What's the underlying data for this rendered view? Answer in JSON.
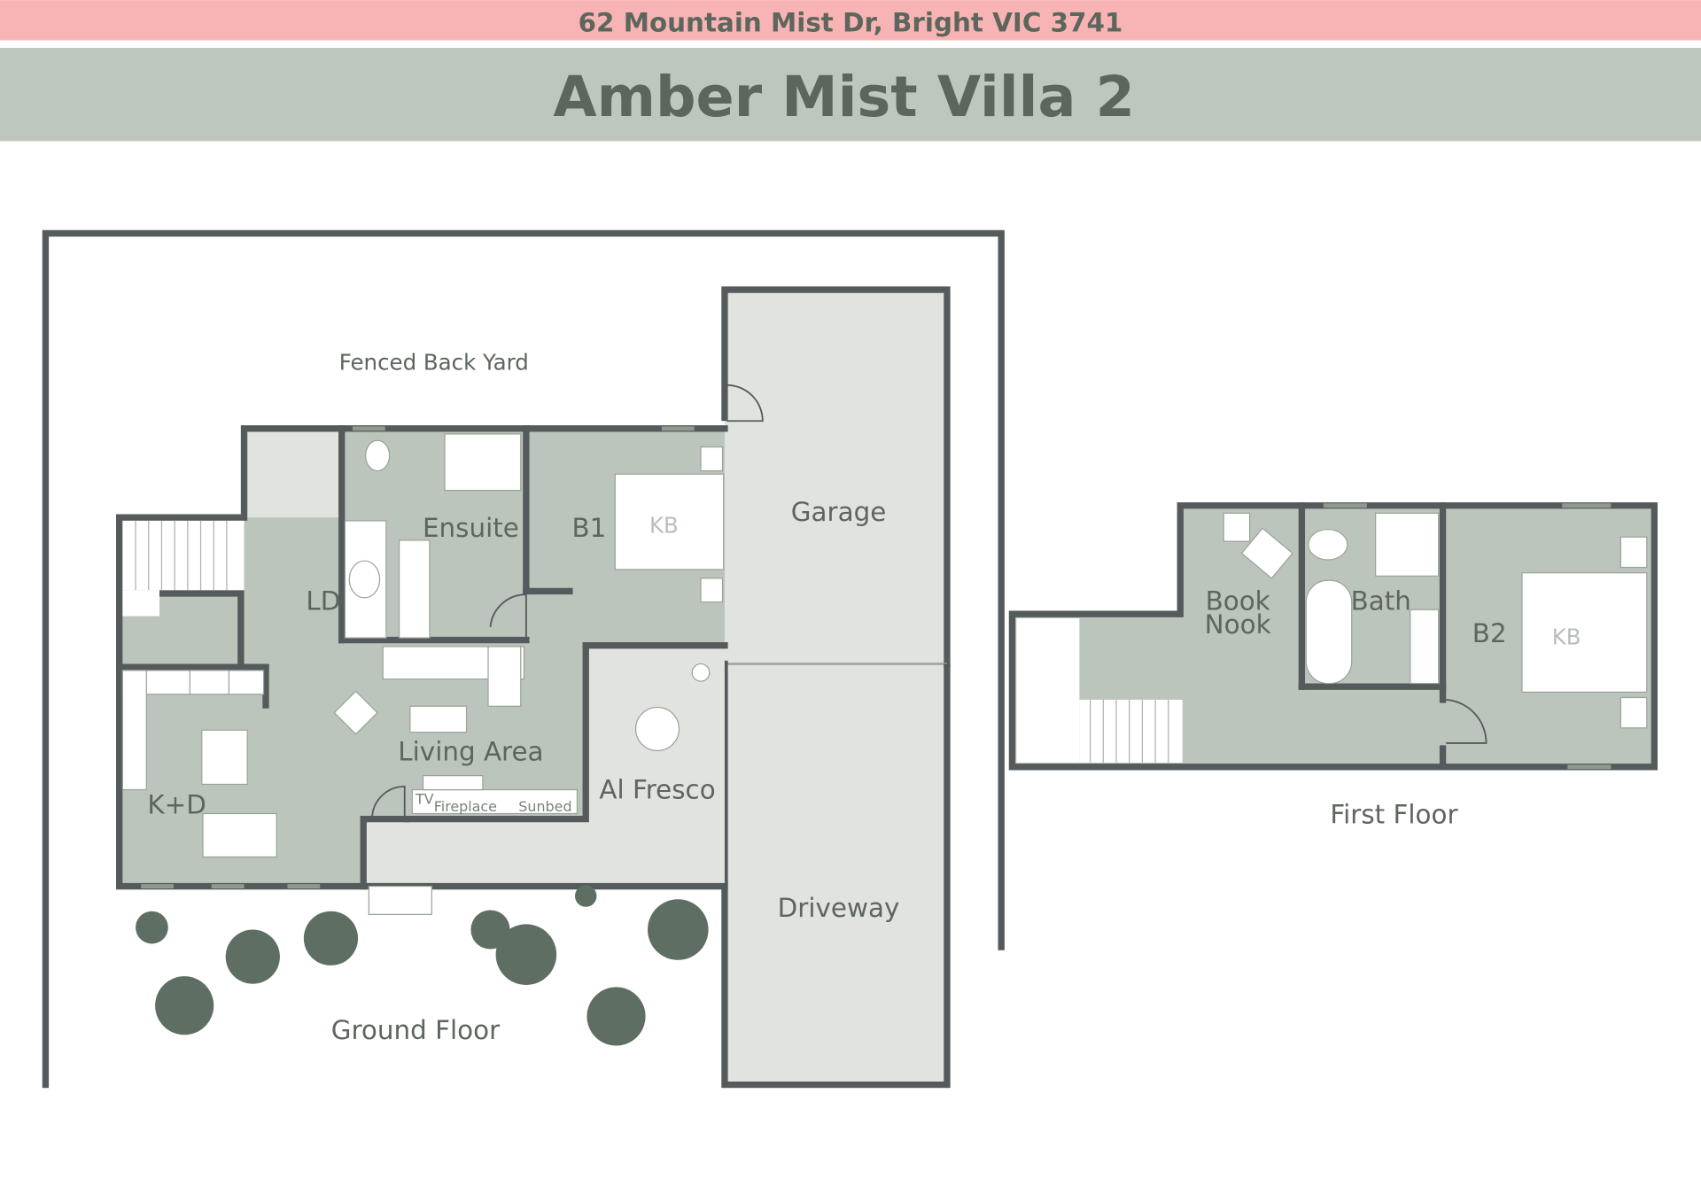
{
  "header": {
    "address": "62 Mountain Mist Dr, Bright VIC 3741",
    "title": "Amber Mist Villa 2"
  },
  "colors": {
    "address_band": "#f8b4b4",
    "title_band": "#bec7bd",
    "text": "#5c665c",
    "room": "#bcc5bb",
    "outdoor": "#e1e3df",
    "wall": "#555b5c"
  },
  "ground_floor": {
    "label": "Ground Floor",
    "rooms": {
      "yard": "Fenced Back Yard",
      "ensuite": "Ensuite",
      "b1": "B1",
      "b1_bed": "KB",
      "ld": "LD",
      "living": "Living Area",
      "kd": "K+D",
      "alfresco": "Al Fresco",
      "garage": "Garage",
      "driveway": "Driveway",
      "tv": "TV",
      "fireplace": "Fireplace",
      "sunbed": "Sunbed"
    }
  },
  "first_floor": {
    "label": "First Floor",
    "rooms": {
      "nook_1": "Book",
      "nook_2": "Nook",
      "bath": "Bath",
      "b2": "B2",
      "b2_bed": "KB"
    }
  }
}
